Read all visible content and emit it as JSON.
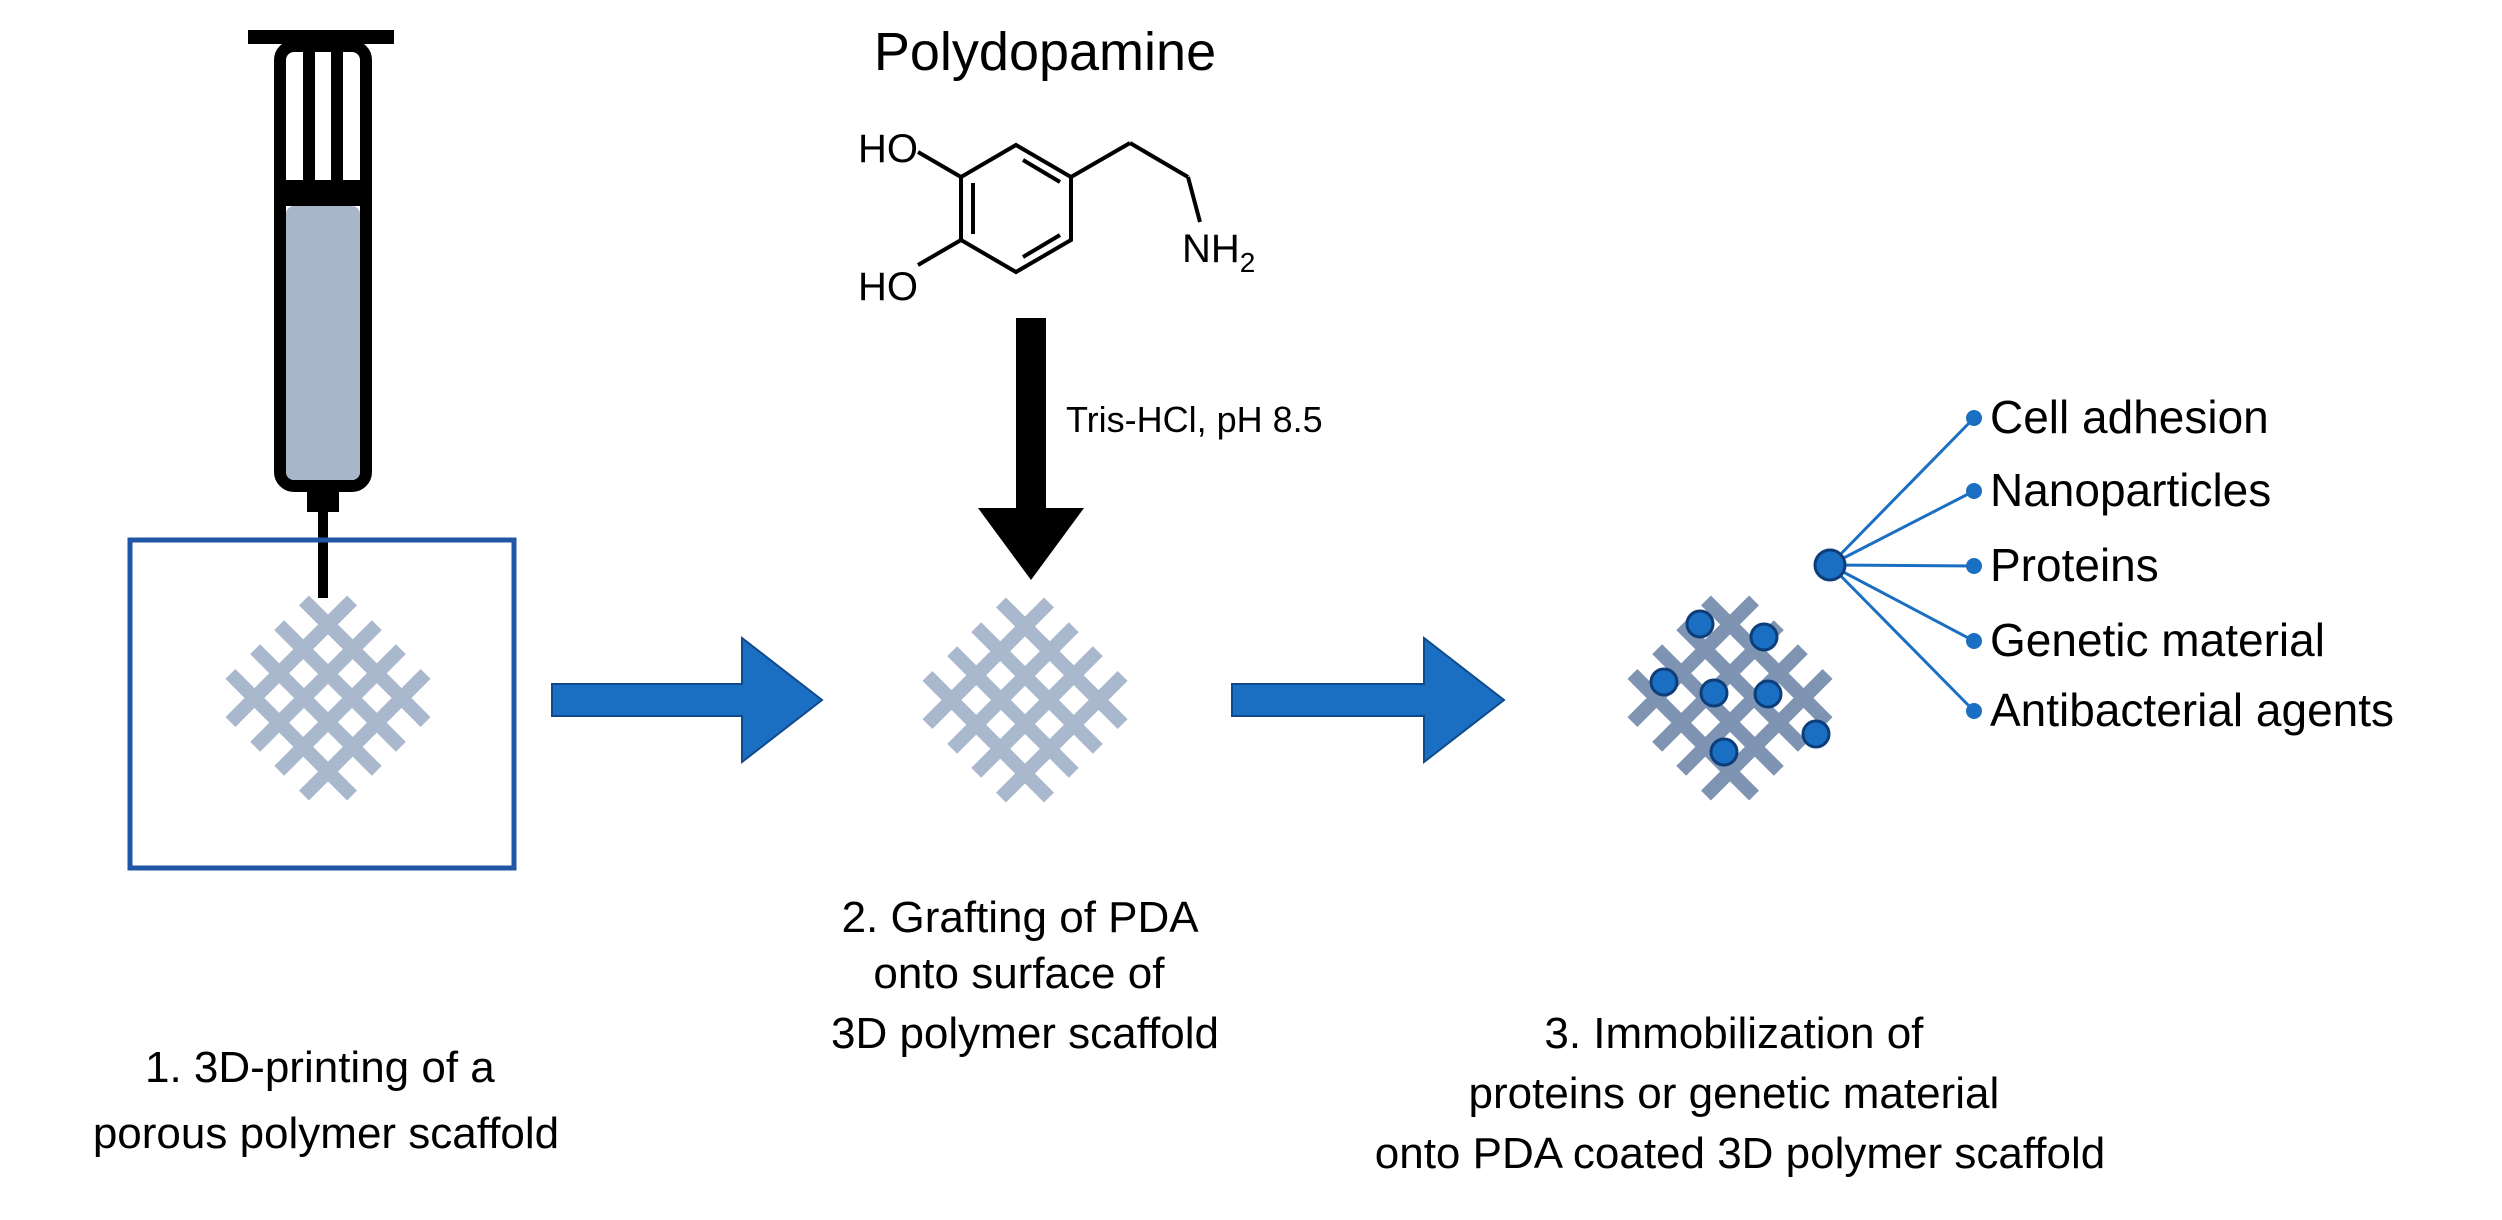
{
  "colors": {
    "accent_blue": "#1b6fc2",
    "frame_blue": "#1f57a6",
    "scaffold_light": "#a9b8cd",
    "scaffold_dark": "#7f94b3",
    "syringe_fill": "#a8b6c9",
    "ink": "#000000"
  },
  "chemical": {
    "name": "Polydopamine",
    "ho_top": "HO",
    "ho_bottom": "HO",
    "amine_base": "NH",
    "amine_sub": "2"
  },
  "reaction_condition": "Tris-HCl, pH 8.5",
  "steps": {
    "step1": {
      "lines": [
        "1. 3D-printing of a",
        "porous polymer scaffold"
      ]
    },
    "step2": {
      "lines": [
        "2. Grafting of PDA",
        "onto surface of",
        "3D polymer scaffold"
      ]
    },
    "step3": {
      "lines": [
        "3. Immobilization of",
        "proteins or genetic material",
        "onto PDA coated 3D polymer scaffold"
      ]
    }
  },
  "applications": [
    "Cell adhesion",
    "Nanoparticles",
    "Proteins",
    "Genetic material",
    "Antibacterial agents"
  ]
}
